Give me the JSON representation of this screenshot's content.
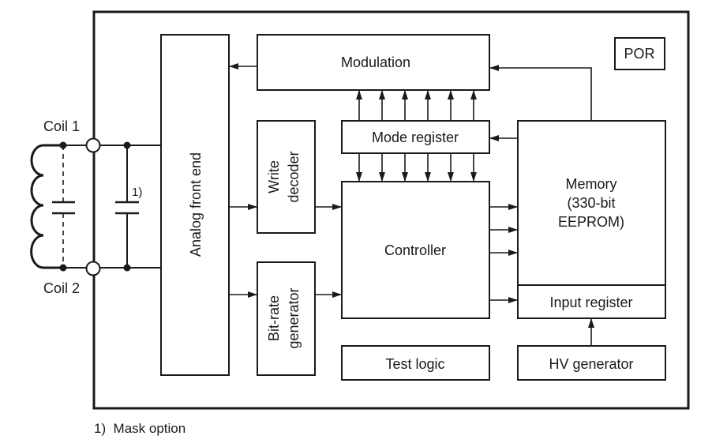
{
  "blocks": {
    "modulation": "Modulation",
    "por": "POR",
    "analog_front_end": "Analog front end",
    "write_decoder_line1": "Write",
    "write_decoder_line2": "decoder",
    "mode_register": "Mode register",
    "controller": "Controller",
    "memory_line1": "Memory",
    "memory_line2": "(330-bit",
    "memory_line3": "EEPROM)",
    "input_register": "Input register",
    "bit_rate_line1": "Bit-rate",
    "bit_rate_line2": "generator",
    "test_logic": "Test logic",
    "hv_generator": "HV generator"
  },
  "terminals": {
    "coil1": "Coil 1",
    "coil2": "Coil 2"
  },
  "footnote": {
    "marker": "1)",
    "text": "1)  Mask option"
  }
}
